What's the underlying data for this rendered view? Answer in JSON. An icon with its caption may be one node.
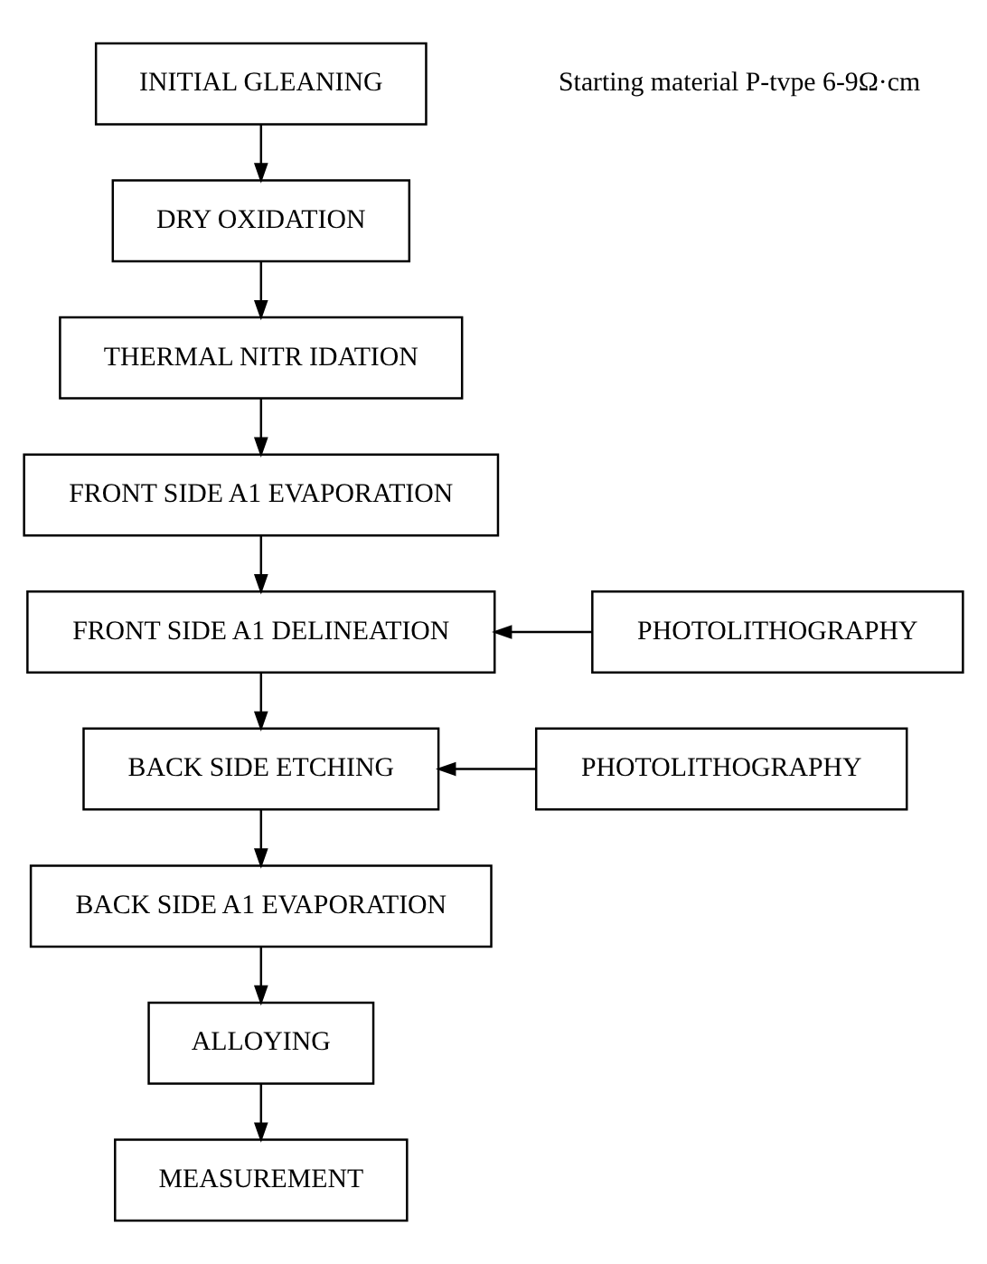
{
  "diagram": {
    "nodes": [
      {
        "text": [
          "INITIAL GLEANING"
        ]
      },
      {
        "text": [
          "DRY OXIDATION"
        ]
      },
      {
        "text": [
          "THERMAL NITR IDATION"
        ]
      },
      {
        "text": [
          "FRONT SIDE A1 EVAPORATION"
        ]
      },
      {
        "text": [
          "PHOTOLITHOGRAPHY"
        ]
      },
      {
        "text": [
          "FRONT SIDE A1 DELINEATION"
        ]
      },
      {
        "text": [
          "PHOTOLITHOGRAPHY"
        ]
      },
      {
        "text": [
          "BACK SIDE ETCHING"
        ]
      },
      {
        "text": [
          "BACK SIDE A1 EVAPORATION"
        ]
      },
      {
        "text": [
          "ALLOYING"
        ]
      },
      {
        "text": [
          "MEASUREMENT"
        ]
      }
    ],
    "edges": [
      {
        "from": 0,
        "to": 1,
        "arrow": "to"
      },
      {
        "from": 1,
        "to": 2,
        "arrow": "to"
      },
      {
        "from": 2,
        "to": 3,
        "arrow": "to"
      },
      {
        "from": 3,
        "to": 5,
        "arrow": "to"
      },
      {
        "from": 4,
        "to": 5,
        "arrow": "to"
      },
      {
        "from": 5,
        "to": 7,
        "arrow": "to"
      },
      {
        "from": 6,
        "to": 7,
        "arrow": "to"
      },
      {
        "from": 7,
        "to": 8,
        "arrow": "to"
      },
      {
        "from": 8,
        "to": 9,
        "arrow": "to"
      },
      {
        "from": 9,
        "to": 10,
        "arrow": "to"
      }
    ],
    "labels": [
      "Starting material P-tvpe 6-9Ω·cm"
    ]
  }
}
